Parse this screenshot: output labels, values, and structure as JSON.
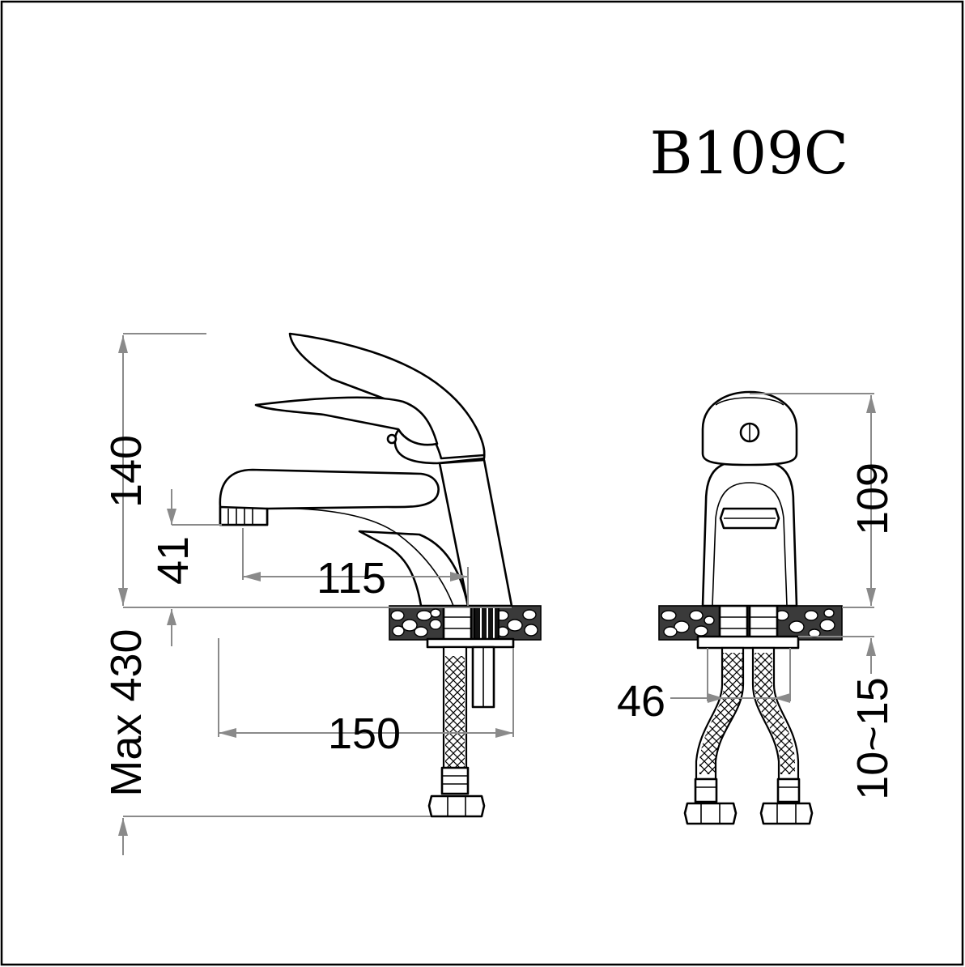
{
  "model": "B109C",
  "dimensions": {
    "total_height": "140",
    "spout_height": "41",
    "spout_reach": "115",
    "hose_length": "Max 430",
    "hose_reach": "150",
    "hose_spacing": "46",
    "body_height": "109",
    "deck_thickness": "10~15"
  }
}
